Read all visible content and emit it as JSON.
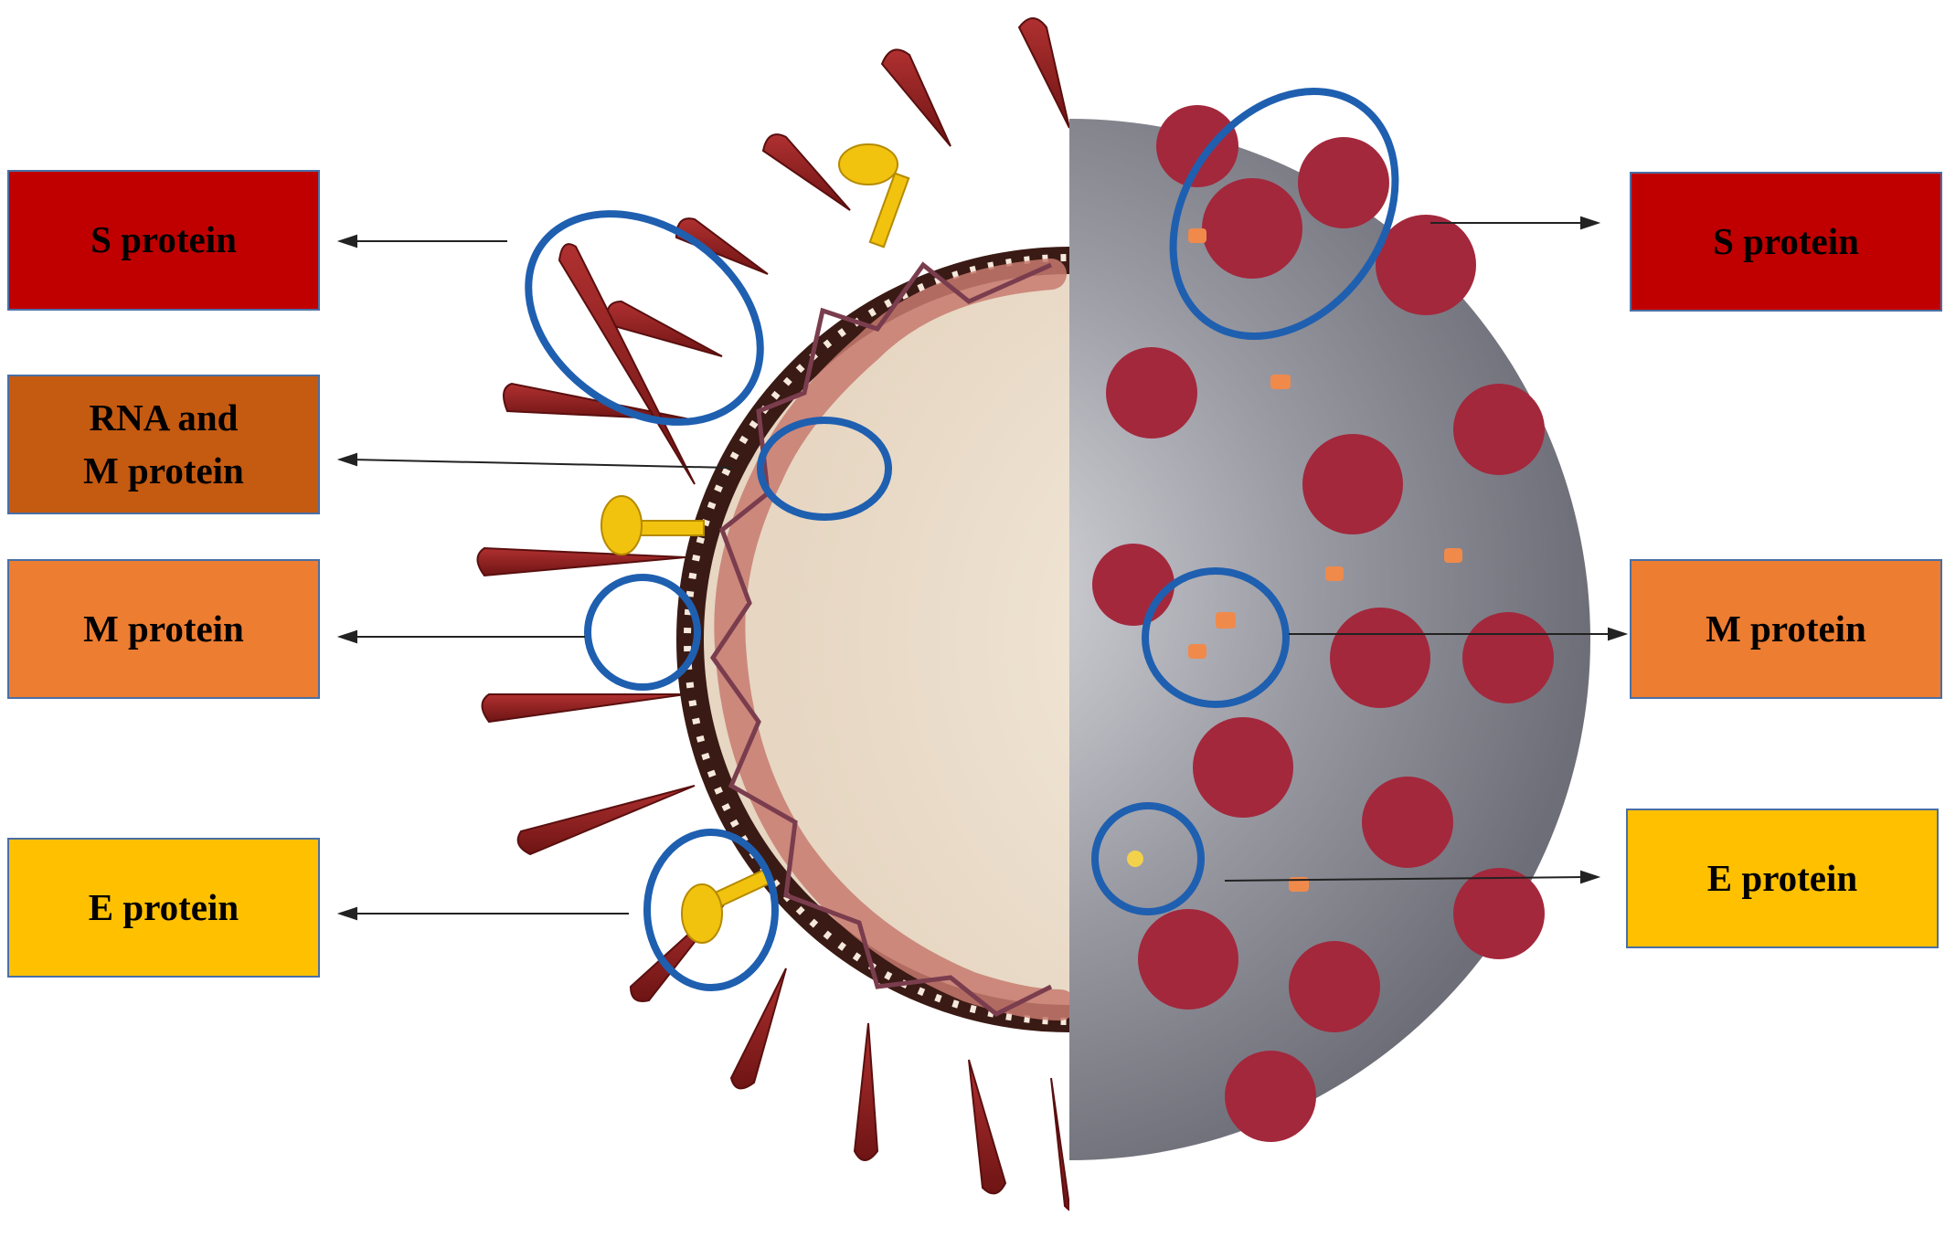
{
  "labels": {
    "left": {
      "s_protein": "S protein",
      "rna_m_protein": "RNA and\nM protein",
      "m_protein": "M protein",
      "e_protein": "E protein"
    },
    "right": {
      "s_protein": "S protein",
      "m_protein": "M protein",
      "e_protein": "E protein"
    }
  },
  "colors": {
    "s_protein": "#c00000",
    "rna_m_protein": "#c55a11",
    "m_protein": "#ed7d31",
    "e_protein": "#ffc000",
    "highlight_circle": "#1f5fb0",
    "spike": "#9b2626",
    "capsid": "#efe3d3",
    "rna_coil": "#c77a6e",
    "surface": "#8c8c94"
  }
}
